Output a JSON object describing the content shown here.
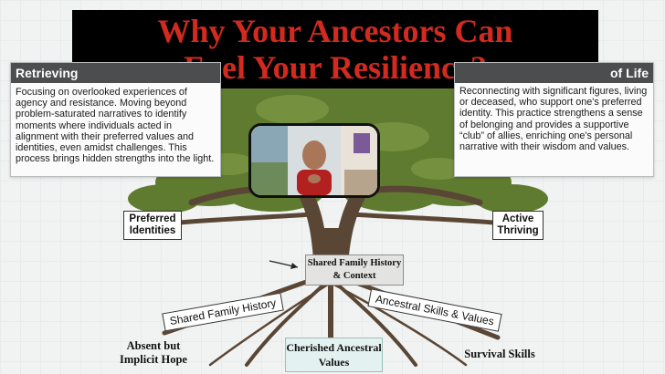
{
  "title": {
    "line1": "Why Your Ancestors Can",
    "line2": "Fuel Your Resilience?"
  },
  "panels": {
    "left": {
      "heading": "Retrieving",
      "body": "Focusing on overlooked experiences of agency and resistance. Moving beyond problem-saturated narratives to identify moments where individuals acted in alignment with their preferred values and identities, even amidst challenges. This process brings hidden strengths into the light."
    },
    "right": {
      "heading": "of Life",
      "body": "Reconnecting with significant figures, living or deceased, who support one's preferred identity. This practice strengthens a sense of belonging and provides a supportive “club” of allies, enriching one's personal narrative with their wisdom and values."
    }
  },
  "labels": {
    "preferred_identities": "Preferred Identities",
    "active_thriving": "Active Thriving",
    "shared_family_context": "Shared Family History & Context",
    "shared_family_history": "Shared Family History",
    "ancestral_skills": "Ancestral Skills & Values",
    "absent_but_implicit": "Absent but Implicit Hope",
    "cherished_values": "Cherished Ancestral Values",
    "survival_skills": "Survival Skills"
  },
  "colors": {
    "title_text": "#d22a1f",
    "title_bg": "#000000",
    "panel_header": "#4b4d4f",
    "foliage": "#5f7b2f",
    "trunk": "#5a4634"
  },
  "icons": {
    "context_arrow": "arrow-right-icon",
    "presenter_video": "webcam-video"
  }
}
